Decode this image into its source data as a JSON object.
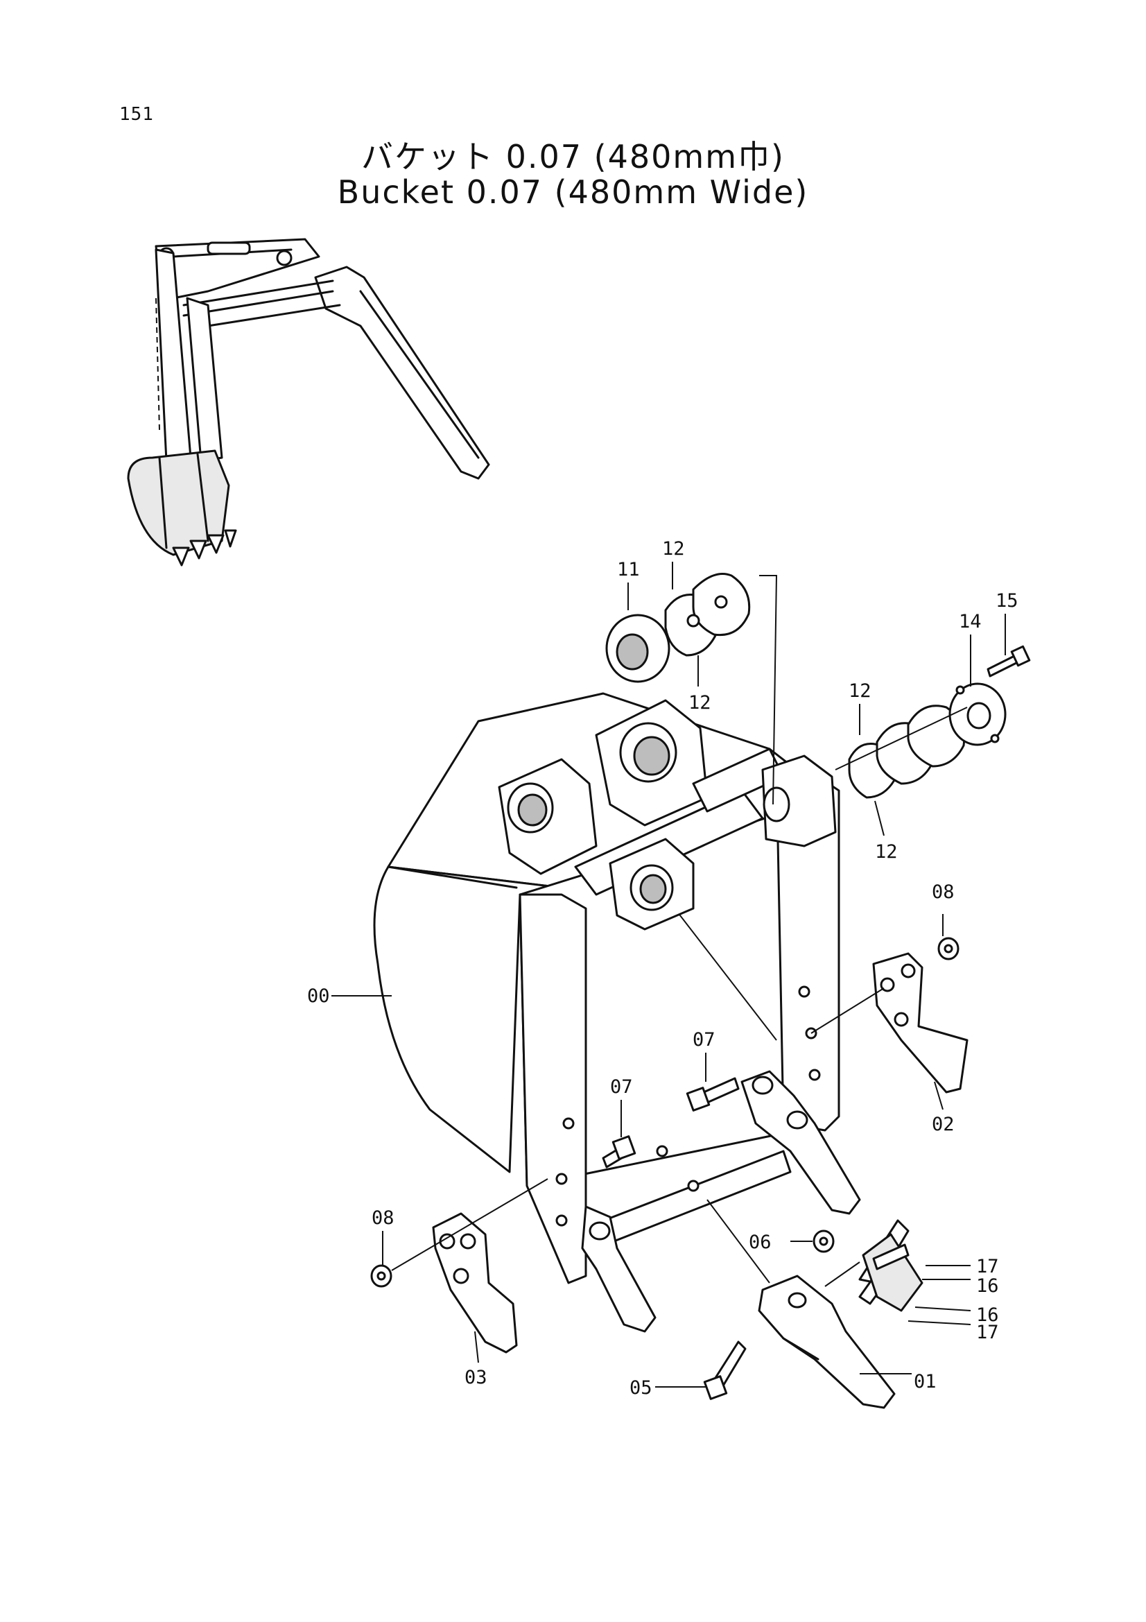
{
  "page": {
    "number": "151"
  },
  "title": {
    "japanese": "バケット 0.07 (480mm巾)",
    "english": "Bucket 0.07 (480mm Wide)"
  },
  "callouts": [
    "00",
    "01",
    "02",
    "03",
    "05",
    "06",
    "07",
    "07",
    "08",
    "08",
    "11",
    "12",
    "12",
    "12",
    "12",
    "14",
    "15",
    "16",
    "16",
    "17",
    "17"
  ]
}
